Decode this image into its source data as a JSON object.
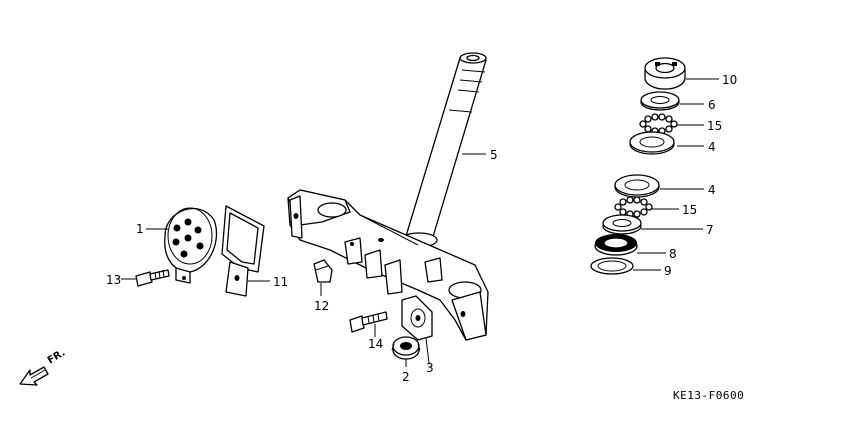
{
  "diagram_code": "KE13-F0600",
  "direction": {
    "label": "FR.",
    "icon": "front-arrow-icon"
  },
  "callouts": [
    {
      "id": "c1",
      "number": "1",
      "part": "cover"
    },
    {
      "id": "c2",
      "number": "2",
      "part": "steering-stem-nut"
    },
    {
      "id": "c3",
      "number": "3",
      "part": "bracket"
    },
    {
      "id": "c4a",
      "number": "4",
      "part": "bearing-race-upper"
    },
    {
      "id": "c4b",
      "number": "4",
      "part": "bearing-race-lower"
    },
    {
      "id": "c5",
      "number": "5",
      "part": "steering-stem"
    },
    {
      "id": "c6",
      "number": "6",
      "part": "top-cone-race"
    },
    {
      "id": "c7",
      "number": "7",
      "part": "bottom-cone-race"
    },
    {
      "id": "c8",
      "number": "8",
      "part": "dust-seal"
    },
    {
      "id": "c9",
      "number": "9",
      "part": "washer"
    },
    {
      "id": "c10",
      "number": "10",
      "part": "adjusting-nut"
    },
    {
      "id": "c11",
      "number": "11",
      "part": "clamp"
    },
    {
      "id": "c12",
      "number": "12",
      "part": "clip"
    },
    {
      "id": "c13",
      "number": "13",
      "part": "bolt"
    },
    {
      "id": "c14",
      "number": "14",
      "part": "bolt"
    },
    {
      "id": "c15a",
      "number": "15",
      "part": "steel-balls-upper"
    },
    {
      "id": "c15b",
      "number": "15",
      "part": "steel-balls-lower"
    }
  ]
}
